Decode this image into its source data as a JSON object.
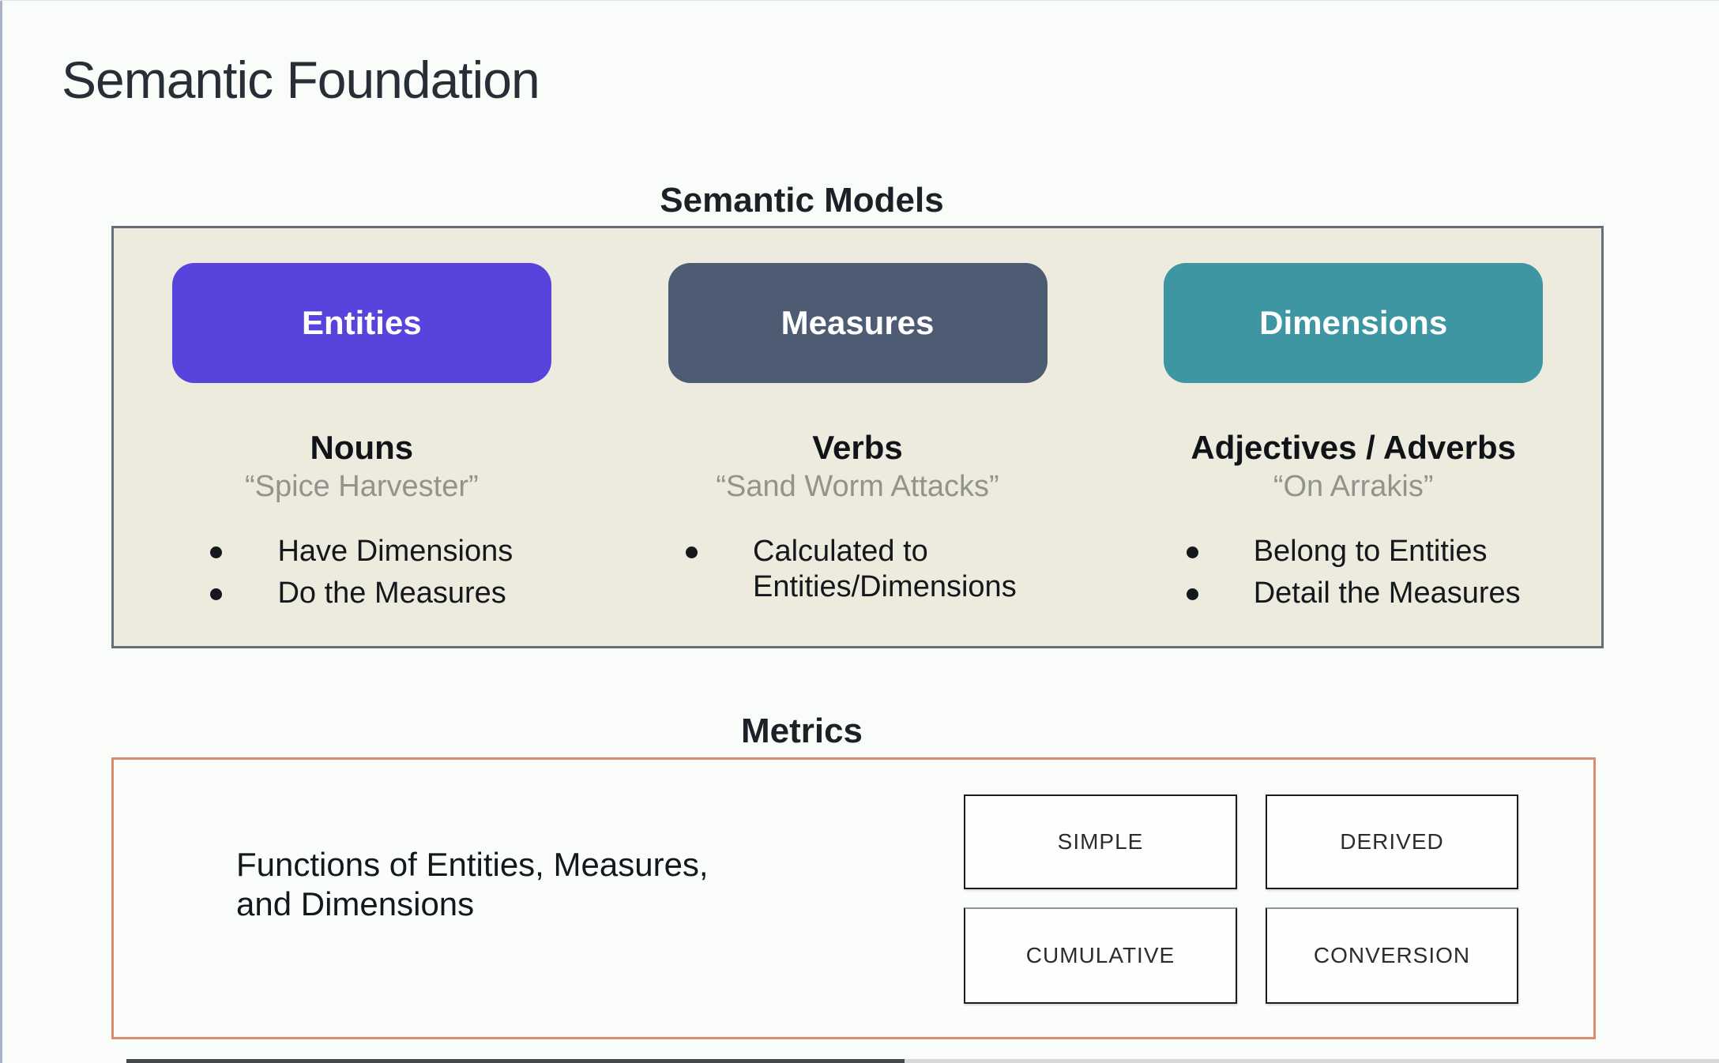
{
  "page": {
    "title": "Semantic Foundation"
  },
  "semantic_models": {
    "heading": "Semantic Models",
    "panel_bg": "#edebdd",
    "panel_border": "#636e78",
    "columns": [
      {
        "button": "Entities",
        "button_color": "#5843dd",
        "role": "Nouns",
        "example": "“Spice Harvester”",
        "bullets": [
          "Have Dimensions",
          "Do the Measures"
        ]
      },
      {
        "button": "Measures",
        "button_color": "#4d5c73",
        "role": "Verbs",
        "example": "“Sand Worm Attacks”",
        "bullets": [
          "Calculated to Entities/Dimensions"
        ]
      },
      {
        "button": "Dimensions",
        "button_color": "#3e96a2",
        "role": "Adjectives / Adverbs",
        "example": "“On Arrakis”",
        "bullets": [
          "Belong to Entities",
          "Detail the Measures"
        ]
      }
    ]
  },
  "metrics": {
    "heading": "Metrics",
    "panel_border": "#dd8b70",
    "description_line1": "Functions of Entities, Measures,",
    "description_line2": "and Dimensions",
    "types": [
      "SIMPLE",
      "DERIVED",
      "CUMULATIVE",
      "CONVERSION"
    ]
  }
}
